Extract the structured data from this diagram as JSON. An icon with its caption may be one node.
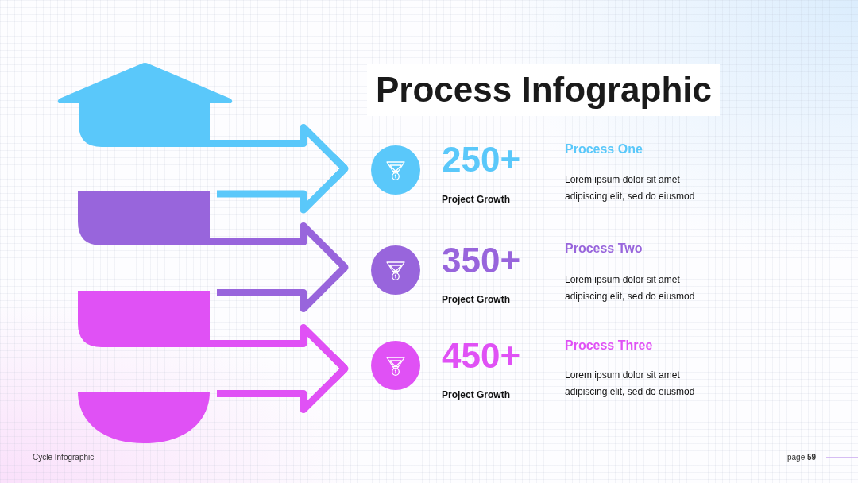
{
  "diagram": {
    "title": "Process Infographic",
    "nodes": [
      {
        "text": [],
        "shape": "house"
      },
      {
        "text": [],
        "shape": "box"
      },
      {
        "text": [],
        "shape": "box"
      },
      {
        "text": [],
        "shape": "semicircle"
      }
    ],
    "edges": [
      {
        "from": 0,
        "to": null,
        "arrow": "to",
        "color": "#5ac8fa"
      },
      {
        "from": 1,
        "to": null,
        "arrow": "to",
        "color": "#9865dc"
      },
      {
        "from": 2,
        "to": null,
        "arrow": "to",
        "color": "#e051f5"
      }
    ],
    "labels": [
      "250+",
      "Project Growth",
      "Process One",
      "Lorem ipsum dolor sit amet adipiscing elit, sed do eiusmod",
      "350+",
      "Project Growth",
      "Process Two",
      "Lorem ipsum dolor sit amet adipiscing elit, sed do eiusmod",
      "450+",
      "Project Growth",
      "Process Three",
      "Lorem ipsum dolor sit amet adipiscing elit, sed do eiusmod",
      "Cycle Infographic",
      "page **59**"
    ]
  }
}
